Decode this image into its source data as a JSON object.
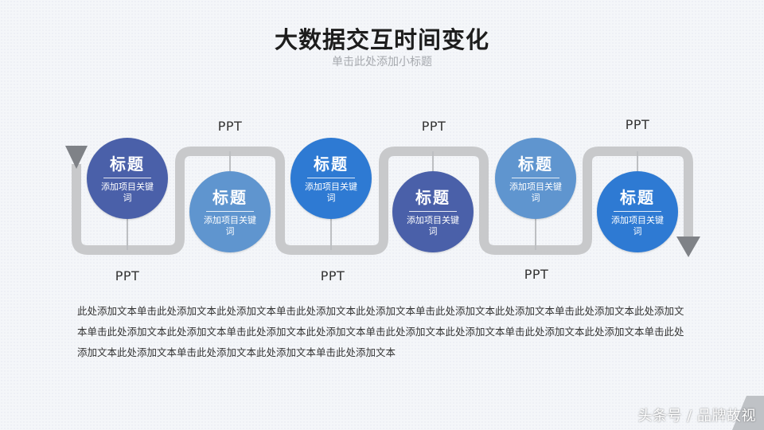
{
  "title": "大数据交互时间变化",
  "subtitle": "单击此处添加小标题",
  "items": [
    {
      "title": "标题",
      "desc": "添加项目关键词",
      "label": "PPT",
      "color": "#4a60a9",
      "position": "top"
    },
    {
      "title": "标题",
      "desc": "添加项目关键词",
      "label": "PPT",
      "color": "#5f95cf",
      "position": "bottom"
    },
    {
      "title": "标题",
      "desc": "添加项目关键词",
      "label": "PPT",
      "color": "#2e7ad3",
      "position": "top"
    },
    {
      "title": "标题",
      "desc": "添加项目关键词",
      "label": "PPT",
      "color": "#4a60a9",
      "position": "bottom"
    },
    {
      "title": "标题",
      "desc": "添加项目关键词",
      "label": "PPT",
      "color": "#5f95cf",
      "position": "top"
    },
    {
      "title": "标题",
      "desc": "添加项目关键词",
      "label": "PPT",
      "color": "#2e7ad3",
      "position": "bottom"
    }
  ],
  "body_text": "此处添加文本单击此处添加文本此处添加文本单击此处添加文本此处添加文本单击此处添加文本此处添加文本单击此处添加文本此处添加文本单击此处添加文本此处添加文本单击此处添加文本此处添加文本单击此处添加文本此处添加文本单击此处添加文本此处添加文本单击此处添加文本此处添加文本单击此处添加文本此处添加文本单击此处添加文本",
  "watermark": "头条号 / 品牌故视",
  "colors": {
    "path": "#c8c9cb",
    "arrow": "#7f8287",
    "connector": "#bdbfc2"
  }
}
